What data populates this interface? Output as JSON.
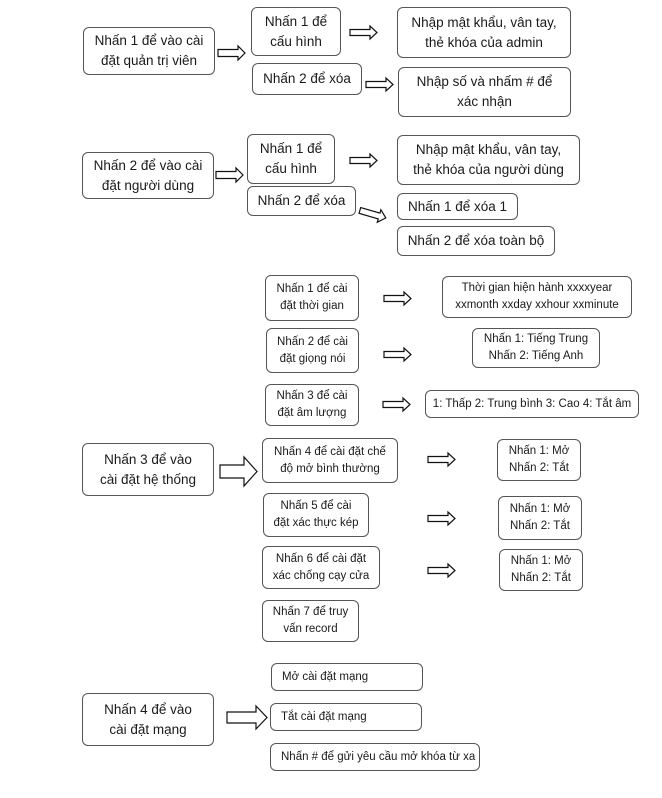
{
  "diagram": {
    "section_admin": {
      "main": "Nhấn 1 để vào cài\nđặt quản trị viên",
      "opt1": "Nhấn 1 để\ncấu hình",
      "opt1_result": "Nhập mật khẩu, vân tay,\nthẻ khóa của admin",
      "opt2": "Nhấn 2 để xóa",
      "opt2_result": "Nhập số và nhấm # để\nxác nhận"
    },
    "section_user": {
      "main": "Nhấn 2 để vào cài\nđặt người dùng",
      "opt1": "Nhấn 1 để\ncấu hình",
      "opt1_result": "Nhập mật khẩu, vân tay,\nthẻ khóa của người dùng",
      "opt2": "Nhấn 2 để xóa",
      "opt2_result_a": "Nhấn 1 để xóa 1",
      "opt2_result_b": "Nhấn 2 để xóa toàn bộ"
    },
    "section_system": {
      "main": "Nhấn 3 để vào\ncài đặt hệ thống",
      "opt1": "Nhấn 1 để cài\nđặt thời gian",
      "opt1_result": "Thời gian hiện hành xxxxyear\nxxmonth xxday xxhour xxminute",
      "opt2": "Nhấn 2 để cài\nđặt giọng nói",
      "opt2_result": "Nhấn 1: Tiếng Trung\nNhấn 2: Tiếng Anh",
      "opt3": "Nhấn 3 để cài\nđặt âm lượng",
      "opt3_result": "1: Thấp 2: Trung bình 3: Cao 4: Tắt âm",
      "opt4": "Nhấn 4 để cài đặt chế\nđộ mở bình thường",
      "opt4_result": "Nhấn 1: Mở\nNhấn 2: Tắt",
      "opt5": "Nhấn 5 để cài\nđặt xác thực kép",
      "opt5_result": "Nhấn 1: Mở\nNhấn 2: Tắt",
      "opt6": "Nhấn 6 để cài đặt\nxác chống cạy cửa",
      "opt6_result": "Nhấn 1: Mở\nNhấn 2: Tắt",
      "opt7": "Nhấn 7 để truy\nvấn record"
    },
    "section_network": {
      "main": "Nhấn 4 để vào\ncài đặt mạng",
      "opt1": "Mở cài đặt mạng",
      "opt2": "Tắt cài đặt mạng",
      "opt3": "Nhấn # để gửi yêu cầu mở khóa từ xa"
    }
  }
}
